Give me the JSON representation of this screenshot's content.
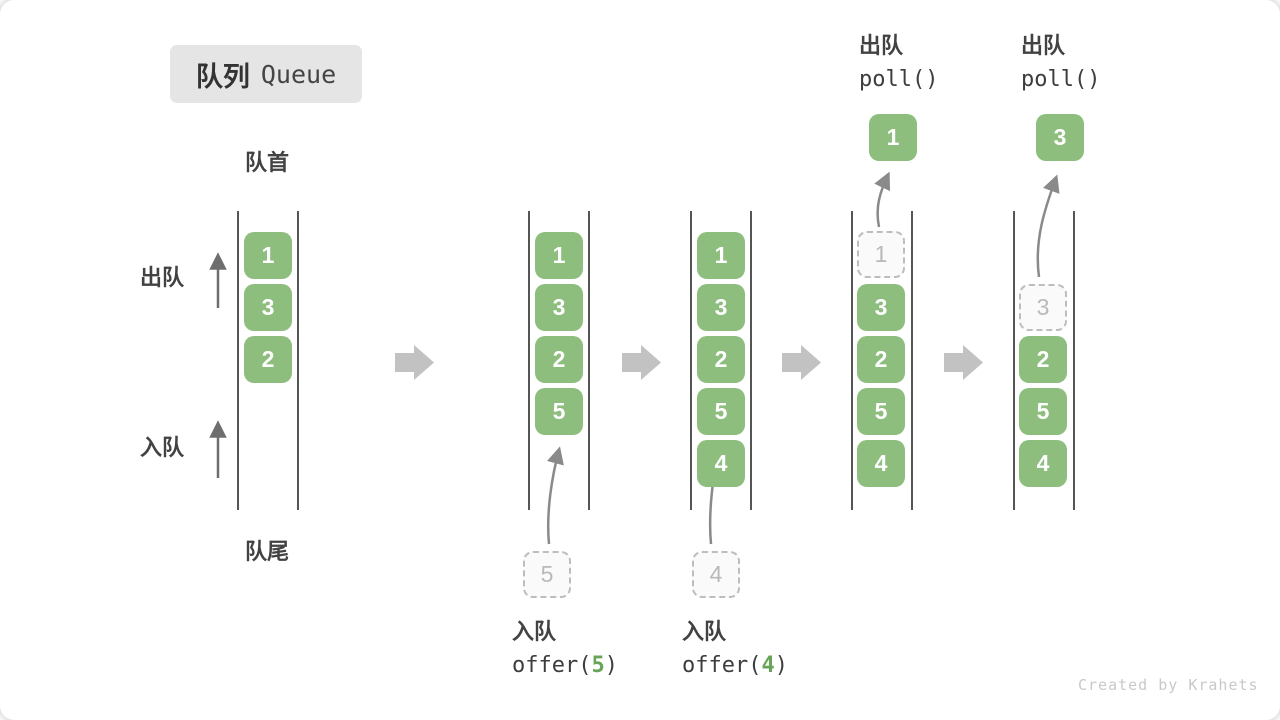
{
  "title": {
    "zh": "队列",
    "en": "Queue"
  },
  "labels": {
    "front": "队首",
    "rear": "队尾",
    "dequeue": "出队",
    "enqueue": "入队",
    "poll": "poll()",
    "offer_open": "offer(",
    "close_paren": ")"
  },
  "operations": {
    "enqueue1_arg": "5",
    "enqueue2_arg": "4"
  },
  "queues": {
    "state1": [
      "1",
      "3",
      "2"
    ],
    "state2": [
      "1",
      "3",
      "2",
      "5"
    ],
    "state2_incoming": "5",
    "state3": [
      "1",
      "3",
      "2",
      "5",
      "4"
    ],
    "state3_incoming": "4",
    "state4": [
      "3",
      "2",
      "5",
      "4"
    ],
    "state4_removed": "1",
    "state4_polled": "1",
    "state5": [
      "2",
      "5",
      "4"
    ],
    "state5_removed": "3",
    "state5_polled": "3"
  },
  "colors": {
    "element_green": "#8dbe7e",
    "code_arg_green": "#67a457",
    "step_arrow_gray": "#c2c2c2",
    "ghost_gray": "#bdbdbd",
    "guide_line_gray": "#555555",
    "flow_arrow_gray": "#8a8a8a",
    "text_dark": "#3d3d3d"
  },
  "watermark": "Created by Krahets"
}
